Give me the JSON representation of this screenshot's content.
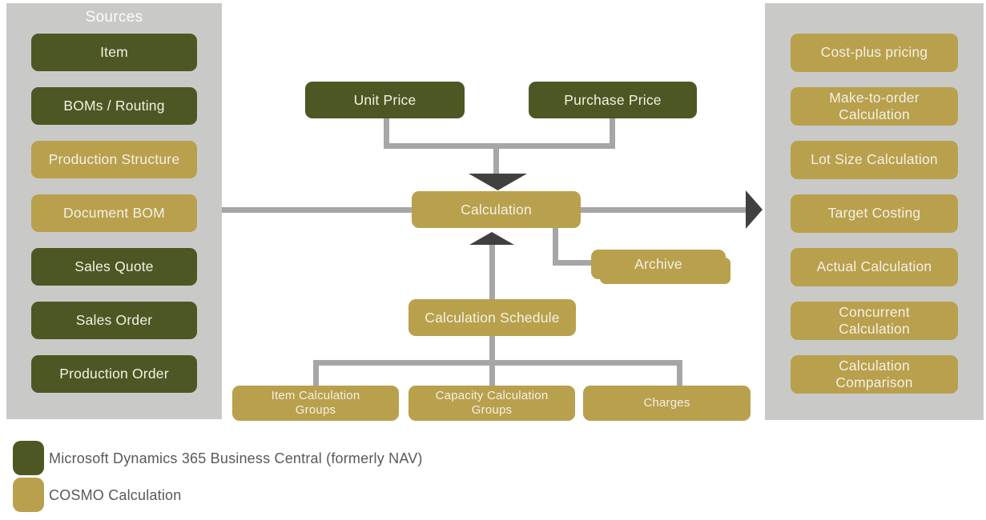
{
  "colors": {
    "dynamics_green": "#4d5723",
    "cosmo_gold": "#b9a04d",
    "panel_gray": "#c9cac8",
    "connector_gray": "#a6a6a6",
    "arrow_dark": "#404040"
  },
  "sources_panel": {
    "title": "Sources",
    "items": [
      {
        "label": "Item",
        "product": "dynamics"
      },
      {
        "label": "BOMs / Routing",
        "product": "dynamics"
      },
      {
        "label": "Production Structure",
        "product": "cosmo"
      },
      {
        "label": "Document BOM",
        "product": "cosmo"
      },
      {
        "label": "Sales Quote",
        "product": "dynamics"
      },
      {
        "label": "Sales Order",
        "product": "dynamics"
      },
      {
        "label": "Production Order",
        "product": "dynamics"
      }
    ]
  },
  "outputs_panel": {
    "items": [
      {
        "label": "Cost-plus pricing",
        "product": "cosmo"
      },
      {
        "label": "Make-to-order\nCalculation",
        "product": "cosmo"
      },
      {
        "label": "Lot Size Calculation",
        "product": "cosmo"
      },
      {
        "label": "Target Costing",
        "product": "cosmo"
      },
      {
        "label": "Actual Calculation",
        "product": "cosmo"
      },
      {
        "label": "Concurrent\nCalculation",
        "product": "cosmo"
      },
      {
        "label": "Calculation\nComparison",
        "product": "cosmo"
      }
    ]
  },
  "diagram": {
    "unit_price": "Unit Price",
    "purchase_price": "Purchase Price",
    "calculation": "Calculation",
    "archive": "Archive",
    "calculation_schedule": "Calculation Schedule",
    "item_calculation_groups": "Item Calculation\nGroups",
    "capacity_calculation_groups": "Capacity Calculation\nGroups",
    "charges": "Charges"
  },
  "legend": {
    "items": [
      {
        "label": "Microsoft Dynamics 365 Business Central (formerly NAV)",
        "color": "#4d5723"
      },
      {
        "label": "COSMO Calculation",
        "color": "#b9a04d"
      }
    ]
  }
}
